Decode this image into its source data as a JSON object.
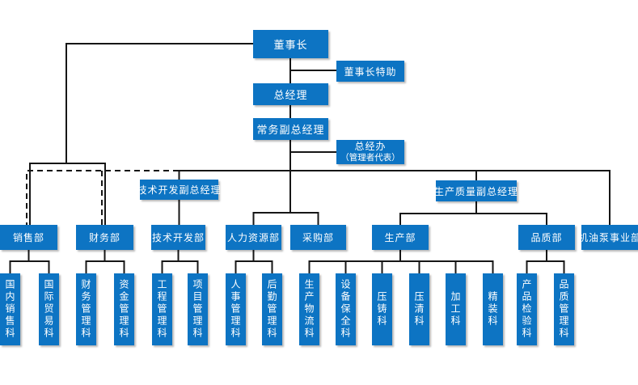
{
  "colors": {
    "box_fill": "#0D74C3",
    "box_text": "#FFFFFF",
    "connector_line": "#161616",
    "background": "#FFFFFF"
  },
  "org_chart": {
    "chairman": "董事长",
    "chairman_assistant": "董事长特助",
    "general_manager": "总经理",
    "executive_deputy_gm": "常务副总经理",
    "gm_office": {
      "line1": "总经办",
      "line2": "（管理者代表）"
    },
    "tech_dev_deputy_gm": "技术开发副总经理",
    "production_quality_deputy_gm": "生产质量副总经理",
    "departments": [
      "销售部",
      "财务部",
      "技术开发部",
      "人力资源部",
      "采购部",
      "生产部",
      "品质部",
      "机油泵事业部"
    ],
    "sections": [
      "国内销售科",
      "国际贸易科",
      "财务管理科",
      "资金管理科",
      "工程管理科",
      "项目管理科",
      "人事管理科",
      "后勤管理科",
      "生产物流科",
      "设备保全科",
      "压铸科",
      "压清科",
      "加工科",
      "精装科",
      "产品检验科",
      "品质管理科"
    ]
  }
}
